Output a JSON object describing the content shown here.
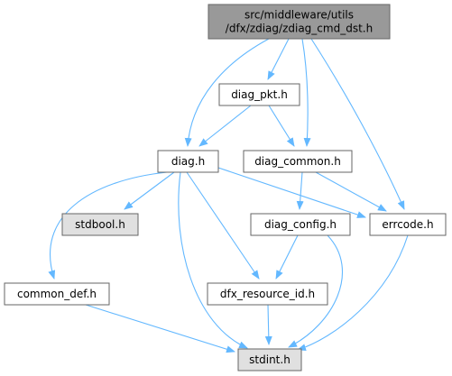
{
  "colors": {
    "edge": "#63b8ff",
    "node_fill": "#ffffff",
    "root_fill": "#999999",
    "system_fill": "#e0e0e0",
    "border": "#666666"
  },
  "nodes": [
    {
      "id": "root",
      "lines": [
        "src/middleware/utils",
        "/dfx/zdiag/zdiag_cmd_dst.h"
      ],
      "kind": "root"
    },
    {
      "id": "diag_pkt",
      "lines": [
        "diag_pkt.h"
      ],
      "kind": "normal"
    },
    {
      "id": "diag",
      "lines": [
        "diag.h"
      ],
      "kind": "normal"
    },
    {
      "id": "diag_common",
      "lines": [
        "diag_common.h"
      ],
      "kind": "normal"
    },
    {
      "id": "stdbool",
      "lines": [
        "stdbool.h"
      ],
      "kind": "system"
    },
    {
      "id": "diag_config",
      "lines": [
        "diag_config.h"
      ],
      "kind": "normal"
    },
    {
      "id": "errcode",
      "lines": [
        "errcode.h"
      ],
      "kind": "normal"
    },
    {
      "id": "common_def",
      "lines": [
        "common_def.h"
      ],
      "kind": "normal"
    },
    {
      "id": "dfx_resource_id",
      "lines": [
        "dfx_resource_id.h"
      ],
      "kind": "normal"
    },
    {
      "id": "stdint",
      "lines": [
        "stdint.h"
      ],
      "kind": "system"
    }
  ],
  "edges": [
    {
      "from": "root",
      "to": "diag_pkt"
    },
    {
      "from": "root",
      "to": "diag"
    },
    {
      "from": "root",
      "to": "diag_common"
    },
    {
      "from": "root",
      "to": "errcode"
    },
    {
      "from": "diag_pkt",
      "to": "diag"
    },
    {
      "from": "diag_pkt",
      "to": "diag_common"
    },
    {
      "from": "diag",
      "to": "stdbool"
    },
    {
      "from": "diag",
      "to": "common_def"
    },
    {
      "from": "diag",
      "to": "stdint"
    },
    {
      "from": "diag",
      "to": "dfx_resource_id"
    },
    {
      "from": "diag",
      "to": "errcode"
    },
    {
      "from": "diag_common",
      "to": "diag_config"
    },
    {
      "from": "diag_common",
      "to": "errcode"
    },
    {
      "from": "diag_config",
      "to": "dfx_resource_id"
    },
    {
      "from": "diag_config",
      "to": "stdint"
    },
    {
      "from": "errcode",
      "to": "stdint"
    },
    {
      "from": "common_def",
      "to": "stdint"
    },
    {
      "from": "dfx_resource_id",
      "to": "stdint"
    }
  ]
}
